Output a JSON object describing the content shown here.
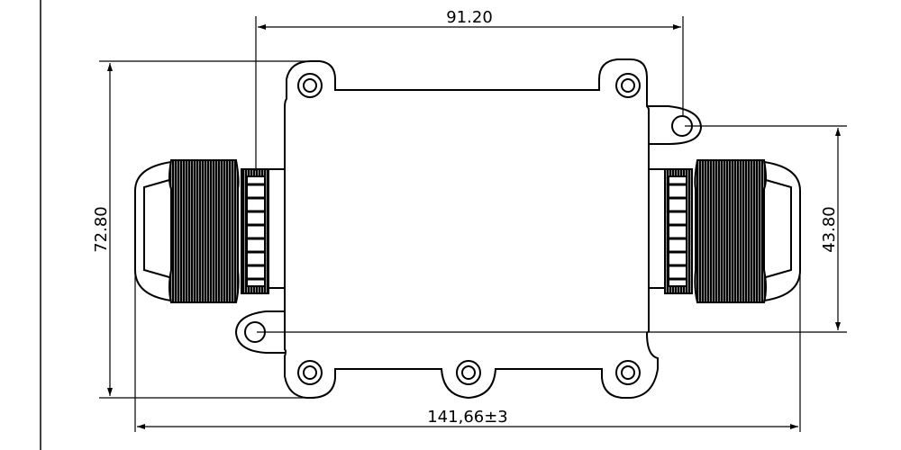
{
  "drawing": {
    "dimensions": {
      "top_width": "91.20",
      "overall_length": "141,66±3",
      "left_height": "72.80",
      "right_height": "43.80"
    },
    "line_color": "#000000",
    "background": "#ffffff"
  }
}
